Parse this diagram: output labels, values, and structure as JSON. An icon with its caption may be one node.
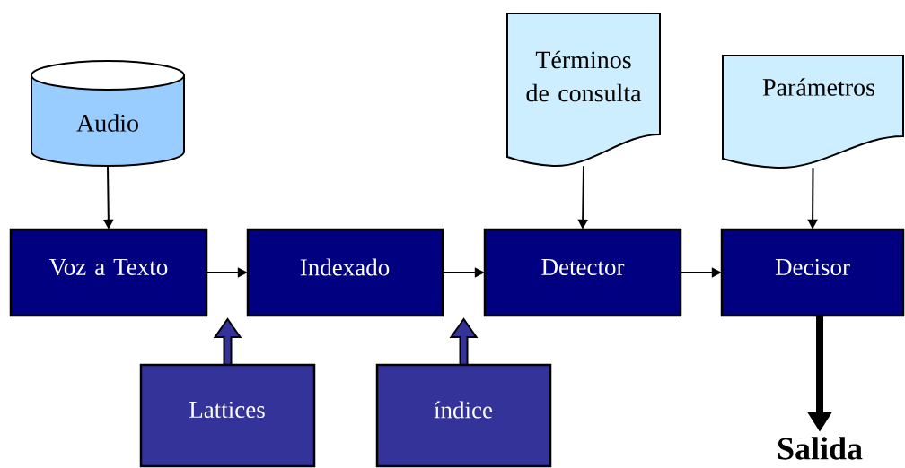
{
  "diagram": {
    "nodes": [
      {
        "text": [
          "Audio"
        ]
      },
      {
        "text": [
          "Términos de consulta"
        ]
      },
      {
        "text": [
          "Parámetros"
        ]
      },
      {
        "text": [
          "Voz a Texto"
        ]
      },
      {
        "text": [
          "Indexado"
        ]
      },
      {
        "text": [
          "Detector"
        ]
      },
      {
        "text": [
          "Decisor"
        ]
      },
      {
        "text": [
          "Lattices"
        ]
      },
      {
        "text": [
          "índice"
        ]
      },
      {
        "text": [
          "Salida"
        ]
      }
    ],
    "edges": [
      {
        "from": 0,
        "to": 3,
        "arrow": "to"
      },
      {
        "from": 3,
        "to": 4,
        "arrow": "to"
      },
      {
        "from": 4,
        "to": 5,
        "arrow": "to"
      },
      {
        "from": 5,
        "to": 6,
        "arrow": "to"
      },
      {
        "from": 1,
        "to": 5,
        "arrow": "to"
      },
      {
        "from": 2,
        "to": 6,
        "arrow": "to"
      },
      {
        "from": 7,
        "to": null,
        "arrow": "to",
        "style": "thick",
        "color": "#333399"
      },
      {
        "from": 8,
        "to": null,
        "arrow": "to",
        "style": "thick",
        "color": "#333399"
      },
      {
        "from": 6,
        "to": 9,
        "arrow": "to",
        "style": "thick"
      }
    ]
  }
}
